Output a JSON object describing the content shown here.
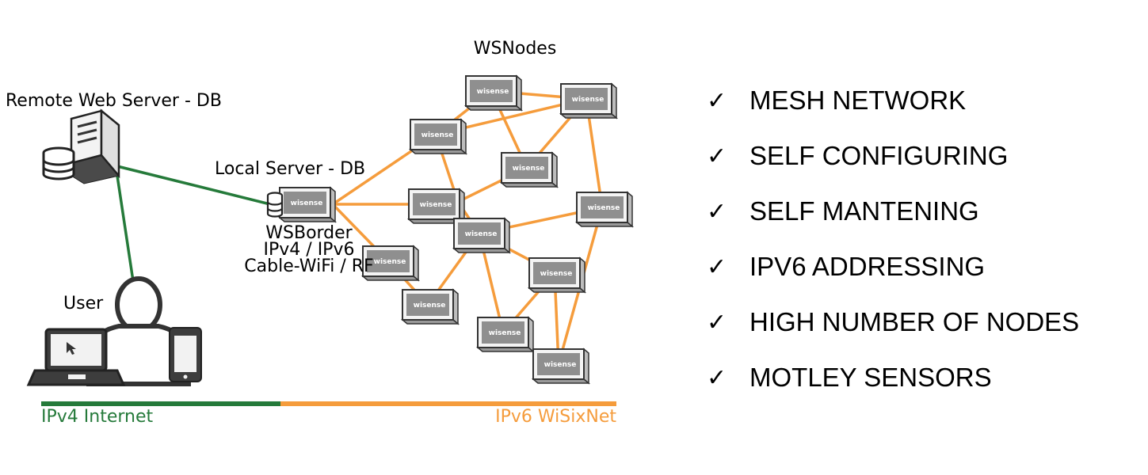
{
  "diagram": {
    "title_nodes": "WSNodes",
    "remote_server_label": "Remote Web Server - DB",
    "local_server_label": "Local Server - DB",
    "border_lines": [
      "WSBorder",
      "IPv4 / IPv6",
      "Cable-WiFi / RF"
    ],
    "user_label": "User",
    "node_brand": "wisense",
    "ipv4_label": "IPv4 Internet",
    "ipv6_label": "IPv6 WiSixNet",
    "colors": {
      "ipv4": "#257a3a",
      "ipv6": "#f59c3c",
      "device": "#444444"
    }
  },
  "features": {
    "check_icon": "✓",
    "items": [
      "MESH NETWORK",
      "SELF CONFIGURING",
      "SELF MANTENING",
      "IPV6 ADDRESSING",
      "HIGH NUMBER OF NODES",
      "MOTLEY SENSORS"
    ]
  }
}
